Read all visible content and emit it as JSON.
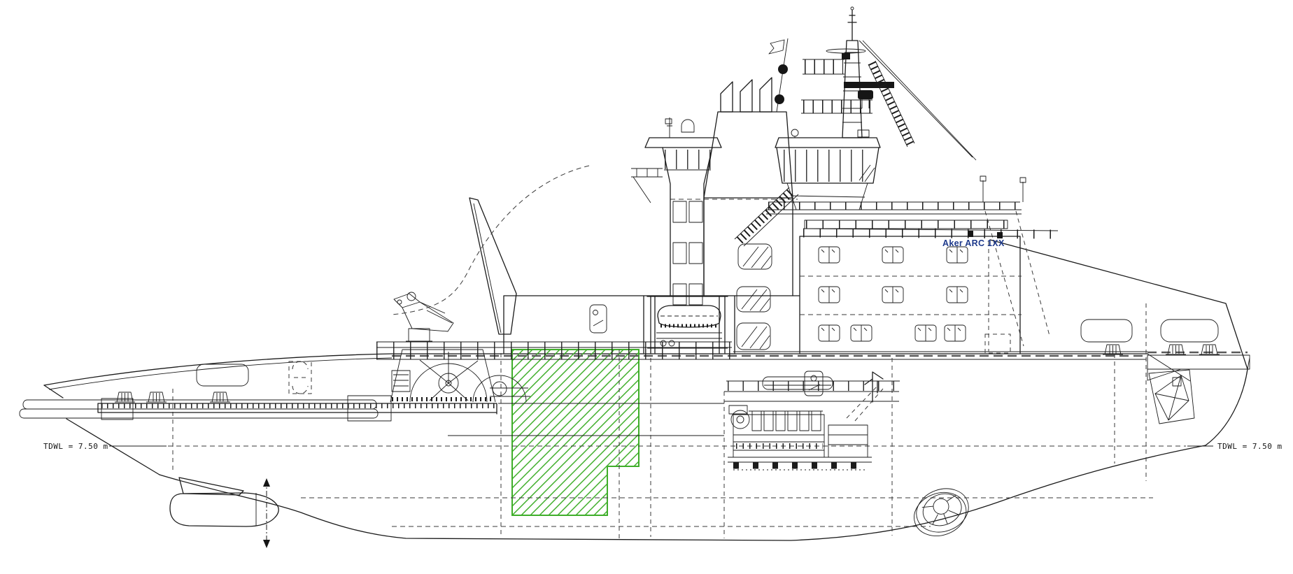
{
  "drawing": {
    "vessel_name": "Aker ARC 1XX",
    "waterline_left": "TDWL = 7.50 m",
    "waterline_right": "TDWL = 7.50 m"
  },
  "colors": {
    "background": "#ffffff",
    "line": "#1b1b1b",
    "dash_line": "#3a3a3a",
    "deck_dash": "#5a5a5a",
    "vessel_name": "#1e3a8c",
    "highlight": "#3fae2a"
  }
}
